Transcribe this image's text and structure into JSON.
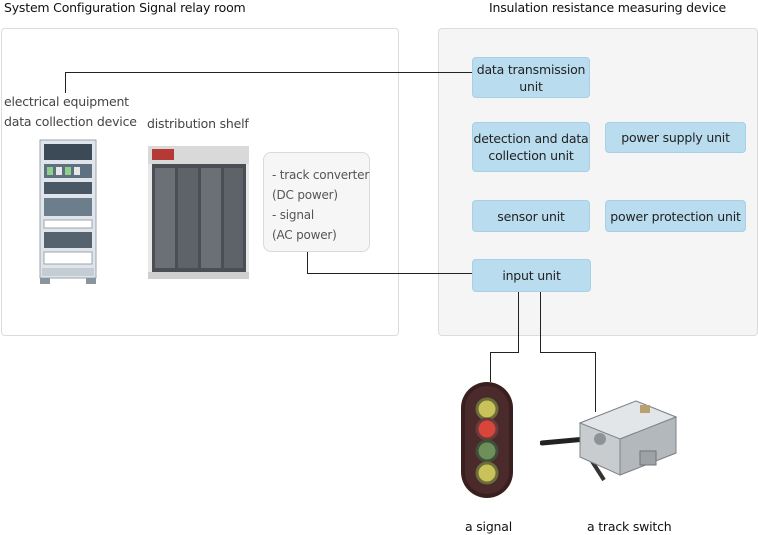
{
  "titles": {
    "left": "System Configuration Signal relay room",
    "right": "Insulation resistance measuring device"
  },
  "relay_room": {
    "equipment_label_line1": "electrical equipment",
    "equipment_label_line2": "data collection device",
    "shelf_label": "distribution shelf",
    "note_lines": [
      "- track converter",
      "(DC power)",
      "- signal",
      "(AC power)"
    ]
  },
  "units": {
    "data_transmission_line1": "data transmission",
    "data_transmission_line2": "unit",
    "detection_line1": "detection and data",
    "detection_line2": "collection unit",
    "power_supply": "power supply unit",
    "sensor": "sensor unit",
    "power_protection": "power protection unit",
    "input": "input unit"
  },
  "captions": {
    "signal": "a signal",
    "track_switch": "a track switch"
  },
  "colors": {
    "unit_fill": "#b9dcef",
    "panel_right_fill": "#f5f5f5",
    "signal_lamp_red": "#d8453a",
    "signal_lamp_yellow": "#c9c25a"
  }
}
